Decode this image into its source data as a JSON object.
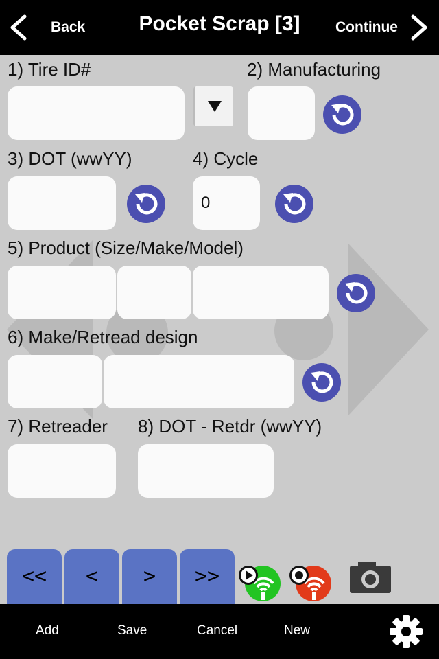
{
  "header": {
    "back_label": "Back",
    "title": "Pocket Scrap [3]",
    "continue_label": "Continue"
  },
  "form": {
    "tire_id_label": "1) Tire ID#",
    "tire_id_value": "",
    "manufacturing_label": "2) Manufacturing",
    "manufacturing_value": "",
    "dot_label": "3) DOT (wwYY)",
    "dot_value": "",
    "cycle_label": "4) Cycle",
    "cycle_value": "0",
    "product_label": "5) Product (Size/Make/Model)",
    "product_size_value": "",
    "product_make_value": "",
    "product_model_value": "",
    "make_retread_label": "6) Make/Retread design",
    "retread_make_value": "",
    "retread_design_value": "",
    "retreader_label": "7) Retreader",
    "retreader_value": "",
    "dot_retdr_label": "8) DOT - Retdr (wwYY)",
    "dot_retdr_value": ""
  },
  "navigation": {
    "first_label": "<<",
    "prev_label": "<",
    "next_label": ">",
    "last_label": ">>"
  },
  "toolbar": {
    "add_label": "Add",
    "save_label": "Save",
    "cancel_label": "Cancel",
    "new_label": "New"
  },
  "icons": {
    "reset": "reset-icon",
    "dropdown": "dropdown-arrow-icon",
    "play_signal": "play-signal-icon",
    "record_signal": "record-signal-icon",
    "camera": "camera-icon",
    "settings": "gear-icon"
  },
  "colors": {
    "background": "#cbcbcb",
    "bar": "#000000",
    "nav_button": "#5a73c4",
    "reset_icon": "#4b4fb0",
    "play_signal": "#22c422",
    "record_signal": "#e23a1a"
  }
}
